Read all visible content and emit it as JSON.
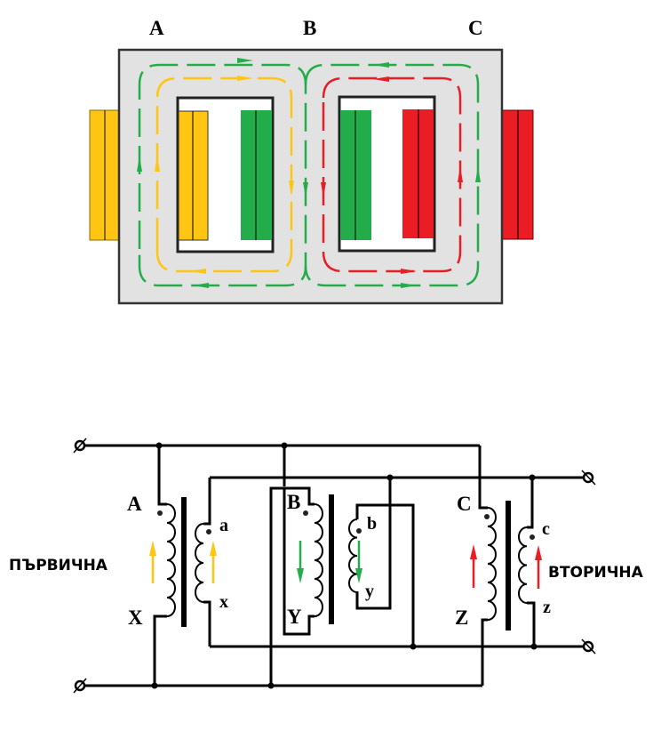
{
  "colors": {
    "phase_a": "#ffc512",
    "phase_b": "#23ad4a",
    "phase_c": "#ea1c24",
    "core": "#e2e2e2",
    "wire": "#000000"
  },
  "core_diagram": {
    "limb_labels": [
      "A",
      "B",
      "C"
    ],
    "flux_paths": [
      {
        "phase": "A",
        "color": "yellow",
        "direction": "clockwise around left window"
      },
      {
        "phase": "B",
        "color": "green",
        "direction": "through middle limb downward, returning via outer limbs"
      },
      {
        "phase": "C",
        "color": "red",
        "direction": "counter-clockwise around right window"
      }
    ]
  },
  "circuit": {
    "primary_label": "ПЪРВИЧНА",
    "secondary_label": "ВТОРИЧНА",
    "primary_terminals": {
      "A": "A",
      "X": "X",
      "B": "B",
      "Y": "Y",
      "C": "C",
      "Z": "Z"
    },
    "secondary_terminals": {
      "a": "a",
      "x": "x",
      "b": "b",
      "y": "y",
      "c": "c",
      "z": "z"
    }
  }
}
